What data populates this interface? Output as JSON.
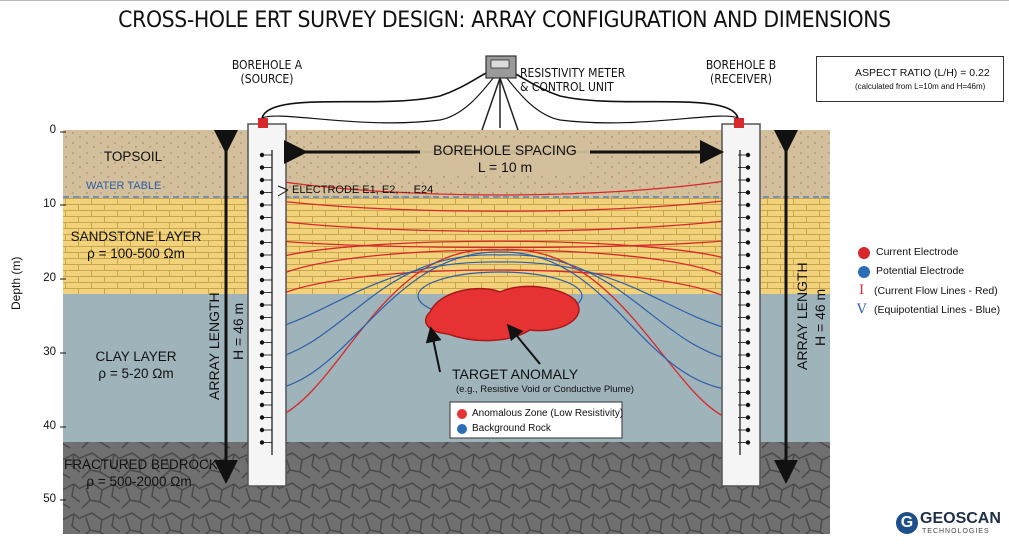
{
  "title": "CROSS-HOLE ERT SURVEY DESIGN: ARRAY CONFIGURATION AND DIMENSIONS",
  "borehole_a": {
    "line1": "BOREHOLE A",
    "line2": "(SOURCE)"
  },
  "borehole_b": {
    "line1": "BOREHOLE B",
    "line2": "(RECEIVER)"
  },
  "meter": {
    "line1": "RESISTIVITY METER",
    "line2": "& CONTROL UNIT"
  },
  "aspect": {
    "title": "ASPECT RATIO (L/H) = 0.22",
    "note": "(calculated from L=10m and H=46m)"
  },
  "depth_axis": {
    "label": "Depth (m)",
    "ticks": [
      "0",
      "10",
      "20",
      "30",
      "40",
      "50"
    ]
  },
  "layers": {
    "topsoil": "TOPSOIL",
    "water_table": "WATER TABLE",
    "sandstone": "SANDSTONE LAYER",
    "sandstone_rho": "ρ = 100-500 Ωm",
    "clay": "CLAY LAYER",
    "clay_rho": "ρ = 5-20 Ωm",
    "bedrock": "FRACTURED BEDROCK",
    "bedrock_rho": "ρ = 500-2000 Ωm"
  },
  "spacing": {
    "line1": "BOREHOLE SPACING",
    "line2": "L = 10 m"
  },
  "electrode_label": "ELECTRODE E1, E2, ... E24",
  "array_length": {
    "label": "ARRAY LENGTH",
    "value": "H = 46 m"
  },
  "target": {
    "title": "TARGET ANOMALY",
    "sub": "(e.g., Resistive Void or Conductive Plume)"
  },
  "inner_legend": {
    "anomalous": "Anomalous Zone (Low Resistivity)",
    "background": "Background Rock"
  },
  "side_legend": {
    "current": "Current Electrode",
    "potential": "Potential Electrode",
    "flow_symbol": "I",
    "flow": "(Current Flow Lines - Red)",
    "equi_symbol": "V",
    "equi": "(Equipotential Lines - Blue)"
  },
  "logo": {
    "name": "GEOSCAN",
    "sub": "TECHNOLOGIES",
    "mark": "G"
  },
  "colors": {
    "topsoil": "#d3bf9b",
    "sandstone": "#f2d27a",
    "clay": "#9fb3bb",
    "bedrock": "#6f6f6f",
    "current": "#d7282b",
    "potential": "#2e6db5",
    "anomaly": "#e63232"
  }
}
